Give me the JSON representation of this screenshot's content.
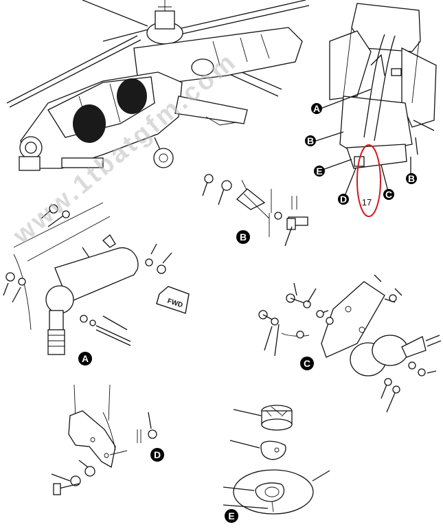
{
  "watermark": "www.1tbatgfm.com",
  "detail_letters": {
    "A": "A",
    "B": "B",
    "C": "C",
    "D": "D",
    "E": "E"
  },
  "callout": {
    "number": "17",
    "highlight_color": "#d0181f"
  },
  "fwd_label": "FWD",
  "colors": {
    "ink": "#111111",
    "badge": "#000000",
    "background": "#ffffff"
  }
}
